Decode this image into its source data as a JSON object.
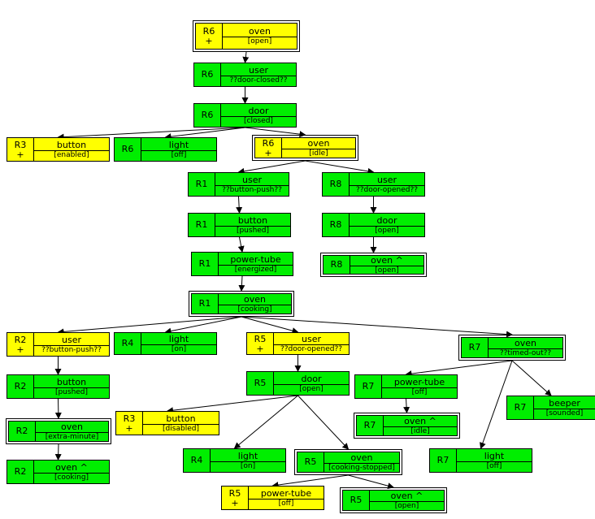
{
  "colors": {
    "green": "#00ee00",
    "yellow": "#ffff00",
    "edge": "#000000"
  },
  "nodes": [
    {
      "id": "n1",
      "req": "R6",
      "plus": "+",
      "comp": "oven",
      "state": "[open]",
      "color": "yellow",
      "double": true
    },
    {
      "id": "n2",
      "req": "R6",
      "plus": "",
      "comp": "user",
      "state": "??door-closed??",
      "color": "green",
      "double": false
    },
    {
      "id": "n3",
      "req": "R6",
      "plus": "",
      "comp": "door",
      "state": "[closed]",
      "color": "green",
      "double": false
    },
    {
      "id": "n4",
      "req": "R3",
      "plus": "+",
      "comp": "button",
      "state": "[enabled]",
      "color": "yellow",
      "double": false
    },
    {
      "id": "n5",
      "req": "R6",
      "plus": "",
      "comp": "light",
      "state": "[off]",
      "color": "green",
      "double": false
    },
    {
      "id": "n6",
      "req": "R6",
      "plus": "+",
      "comp": "oven",
      "state": "[idle]",
      "color": "yellow",
      "double": true
    },
    {
      "id": "n7",
      "req": "R1",
      "plus": "",
      "comp": "user",
      "state": "??button-push??",
      "color": "green",
      "double": false
    },
    {
      "id": "n8",
      "req": "R8",
      "plus": "",
      "comp": "user",
      "state": "??door-opened??",
      "color": "green",
      "double": false
    },
    {
      "id": "n9",
      "req": "R1",
      "plus": "",
      "comp": "button",
      "state": "[pushed]",
      "color": "green",
      "double": false
    },
    {
      "id": "n10",
      "req": "R8",
      "plus": "",
      "comp": "door",
      "state": "[open]",
      "color": "green",
      "double": false
    },
    {
      "id": "n11",
      "req": "R1",
      "plus": "",
      "comp": "power-tube",
      "state": "[energized]",
      "color": "green",
      "double": false
    },
    {
      "id": "n12",
      "req": "R8",
      "plus": "",
      "comp": "oven ^",
      "state": "[open]",
      "color": "green",
      "double": true
    },
    {
      "id": "n13",
      "req": "R1",
      "plus": "",
      "comp": "oven",
      "state": "[cooking]",
      "color": "green",
      "double": true
    },
    {
      "id": "n14",
      "req": "R2",
      "plus": "+",
      "comp": "user",
      "state": "??button-push??",
      "color": "yellow",
      "double": false
    },
    {
      "id": "n15",
      "req": "R4",
      "plus": "",
      "comp": "light",
      "state": "[on]",
      "color": "green",
      "double": false
    },
    {
      "id": "n16",
      "req": "R5",
      "plus": "+",
      "comp": "user",
      "state": "??door-opened??",
      "color": "yellow",
      "double": false
    },
    {
      "id": "n17",
      "req": "R7",
      "plus": "",
      "comp": "oven",
      "state": "??timed-out??",
      "color": "green",
      "double": true
    },
    {
      "id": "n18",
      "req": "R2",
      "plus": "",
      "comp": "button",
      "state": "[pushed]",
      "color": "green",
      "double": false
    },
    {
      "id": "n19",
      "req": "R5",
      "plus": "",
      "comp": "door",
      "state": "[open]",
      "color": "green",
      "double": false
    },
    {
      "id": "n20",
      "req": "R7",
      "plus": "",
      "comp": "power-tube",
      "state": "[off]",
      "color": "green",
      "double": false
    },
    {
      "id": "n21",
      "req": "R7",
      "plus": "",
      "comp": "beeper",
      "state": "[sounded]",
      "color": "green",
      "double": false
    },
    {
      "id": "n22",
      "req": "R2",
      "plus": "",
      "comp": "oven",
      "state": "[extra-minute]",
      "color": "green",
      "double": true
    },
    {
      "id": "n23",
      "req": "R3",
      "plus": "+",
      "comp": "button",
      "state": "[disabled]",
      "color": "yellow",
      "double": false
    },
    {
      "id": "n24",
      "req": "R7",
      "plus": "",
      "comp": "oven ^",
      "state": "[idle]",
      "color": "green",
      "double": true
    },
    {
      "id": "n25",
      "req": "R4",
      "plus": "",
      "comp": "light",
      "state": "[on]",
      "color": "green",
      "double": false
    },
    {
      "id": "n26",
      "req": "R5",
      "plus": "",
      "comp": "oven",
      "state": "[cooking-stopped]",
      "color": "green",
      "double": true
    },
    {
      "id": "n27",
      "req": "R7",
      "plus": "",
      "comp": "light",
      "state": "[off]",
      "color": "green",
      "double": false
    },
    {
      "id": "n28",
      "req": "R2",
      "plus": "",
      "comp": "oven ^",
      "state": "[cooking]",
      "color": "green",
      "double": false
    },
    {
      "id": "n29",
      "req": "R5",
      "plus": "+",
      "comp": "power-tube",
      "state": "[off]",
      "color": "yellow",
      "double": false
    },
    {
      "id": "n30",
      "req": "R5",
      "plus": "",
      "comp": "oven ^",
      "state": "[open]",
      "color": "green",
      "double": true
    }
  ],
  "edges": [
    [
      "n1",
      "n2"
    ],
    [
      "n2",
      "n3"
    ],
    [
      "n3",
      "n4"
    ],
    [
      "n3",
      "n5"
    ],
    [
      "n3",
      "n6"
    ],
    [
      "n6",
      "n7"
    ],
    [
      "n6",
      "n8"
    ],
    [
      "n7",
      "n9"
    ],
    [
      "n9",
      "n11"
    ],
    [
      "n11",
      "n13"
    ],
    [
      "n8",
      "n10"
    ],
    [
      "n10",
      "n12"
    ],
    [
      "n13",
      "n14"
    ],
    [
      "n13",
      "n15"
    ],
    [
      "n13",
      "n16"
    ],
    [
      "n13",
      "n17"
    ],
    [
      "n14",
      "n18"
    ],
    [
      "n18",
      "n22"
    ],
    [
      "n22",
      "n28"
    ],
    [
      "n16",
      "n19"
    ],
    [
      "n19",
      "n23"
    ],
    [
      "n19",
      "n25"
    ],
    [
      "n19",
      "n26"
    ],
    [
      "n26",
      "n29"
    ],
    [
      "n26",
      "n30"
    ],
    [
      "n17",
      "n20"
    ],
    [
      "n17",
      "n21"
    ],
    [
      "n17",
      "n27"
    ],
    [
      "n20",
      "n24"
    ]
  ]
}
